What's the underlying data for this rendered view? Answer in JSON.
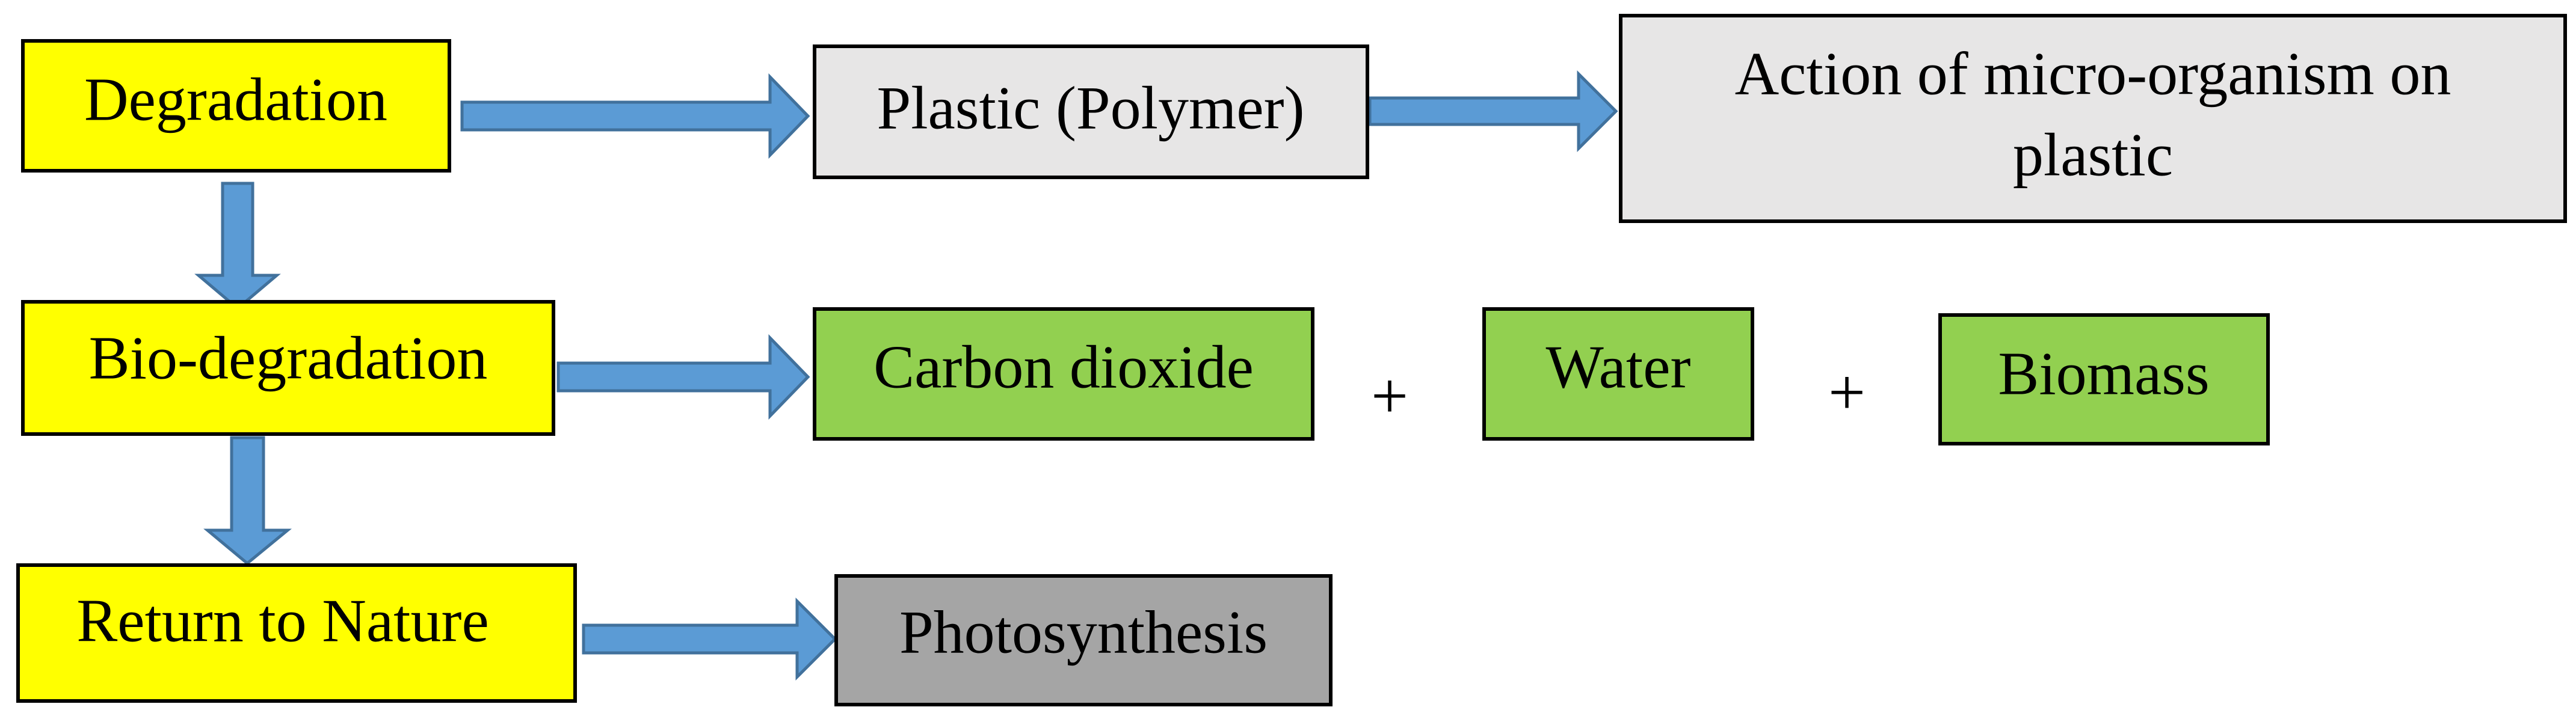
{
  "colors": {
    "yellow_box": "#ffff00",
    "light_gray_box": "#e7e6e6",
    "green_box": "#92d050",
    "dark_gray_box": "#a5a5a5",
    "arrow_fill": "#5b9bd5",
    "arrow_stroke": "#41719c",
    "box_border": "#000000"
  },
  "nodes": {
    "degradation": "Degradation",
    "plastic_polymer": "Plastic (Polymer)",
    "action_line1": "Action of micro-organism on",
    "action_line2": "plastic",
    "bio_degradation": "Bio-degradation",
    "carbon_dioxide": "Carbon dioxide",
    "water": "Water",
    "biomass": "Biomass",
    "return_to_nature": "Return to Nature",
    "photosynthesis": "Photosynthesis"
  },
  "operators": {
    "plus_1": "+",
    "plus_2": "+"
  },
  "edges": [
    {
      "from": "Degradation",
      "to": "Plastic (Polymer)"
    },
    {
      "from": "Plastic (Polymer)",
      "to": "Action of micro-organism on plastic"
    },
    {
      "from": "Degradation",
      "to": "Bio-degradation"
    },
    {
      "from": "Bio-degradation",
      "to": "Carbon dioxide"
    },
    {
      "from": "Bio-degradation",
      "to": "Return to Nature"
    },
    {
      "from": "Return to Nature",
      "to": "Photosynthesis"
    }
  ]
}
